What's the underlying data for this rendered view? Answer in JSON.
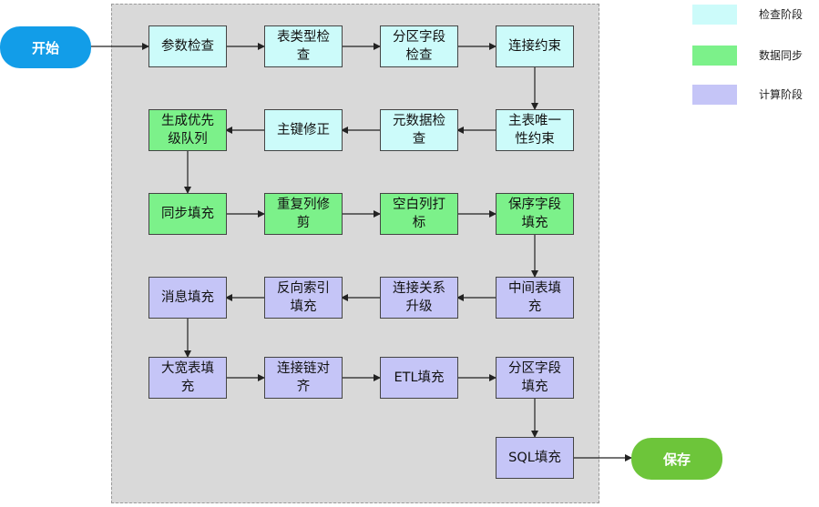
{
  "start_label": "开始",
  "end_label": "保存",
  "legend": {
    "check": {
      "label": "检查阶段",
      "color": "#ccfbfa"
    },
    "sync": {
      "label": "数据同步",
      "color": "#7cf18a"
    },
    "calc": {
      "label": "计算阶段",
      "color": "#c5c5f7"
    }
  },
  "nodes": {
    "param_check": "参数检查",
    "table_type_check": "表类型检查",
    "partition_field_check": "分区字段检查",
    "join_constraint": "连接约束",
    "pk_unique_constraint": "主表唯一性约束",
    "metadata_check": "元数据检查",
    "pk_fix": "主键修正",
    "priority_queue": "生成优先级队列",
    "sync_fill": "同步填充",
    "dup_col_trim": "重复列修剪",
    "blank_col_tag": "空白列打标",
    "keep_field_fill": "保序字段填充",
    "mid_table_fill": "中间表填充",
    "join_rel_upgrade": "连接关系升级",
    "reverse_index_fill": "反向索引填充",
    "msg_fill": "消息填充",
    "wide_table_fill": "大宽表填充",
    "join_chain_align": "连接链对齐",
    "etl_fill": "ETL填充",
    "partition_field_fill": "分区字段填充",
    "sql_fill": "SQL填充"
  }
}
